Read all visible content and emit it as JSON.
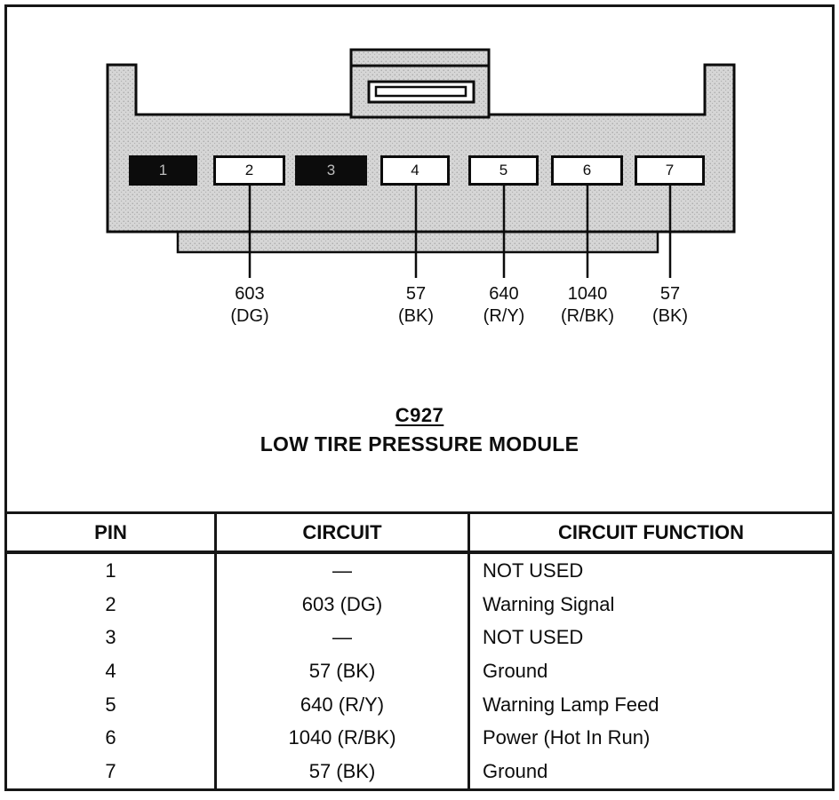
{
  "diagram": {
    "connector_id": "C927",
    "connector_name": "LOW TIRE PRESSURE MODULE",
    "pins": [
      {
        "number": "1",
        "filled": true
      },
      {
        "number": "2",
        "filled": false
      },
      {
        "number": "3",
        "filled": true
      },
      {
        "number": "4",
        "filled": false
      },
      {
        "number": "5",
        "filled": false
      },
      {
        "number": "6",
        "filled": false
      },
      {
        "number": "7",
        "filled": false
      }
    ],
    "wires": [
      {
        "pin": "2",
        "circuit": "603",
        "color": "(DG)"
      },
      {
        "pin": "4",
        "circuit": "57",
        "color": "(BK)"
      },
      {
        "pin": "5",
        "circuit": "640",
        "color": "(R/Y)"
      },
      {
        "pin": "6",
        "circuit": "1040",
        "color": "(R/BK)"
      },
      {
        "pin": "7",
        "circuit": "57",
        "color": "(BK)"
      }
    ],
    "colors": {
      "connector_body": "#d4d4d4",
      "pin_filled": "#0c0c0c",
      "outline": "#000000"
    }
  },
  "table": {
    "headers": {
      "pin": "PIN",
      "circuit": "CIRCUIT",
      "function": "CIRCUIT FUNCTION"
    },
    "rows": [
      {
        "pin": "1",
        "circuit": "—",
        "function": "NOT USED"
      },
      {
        "pin": "2",
        "circuit": "603 (DG)",
        "function": "Warning Signal"
      },
      {
        "pin": "3",
        "circuit": "—",
        "function": "NOT USED"
      },
      {
        "pin": "4",
        "circuit": "57 (BK)",
        "function": "Ground"
      },
      {
        "pin": "5",
        "circuit": "640 (R/Y)",
        "function": "Warning Lamp Feed"
      },
      {
        "pin": "6",
        "circuit": "1040 (R/BK)",
        "function": "Power (Hot In Run)"
      },
      {
        "pin": "7",
        "circuit": "57 (BK)",
        "function": "Ground"
      }
    ]
  }
}
